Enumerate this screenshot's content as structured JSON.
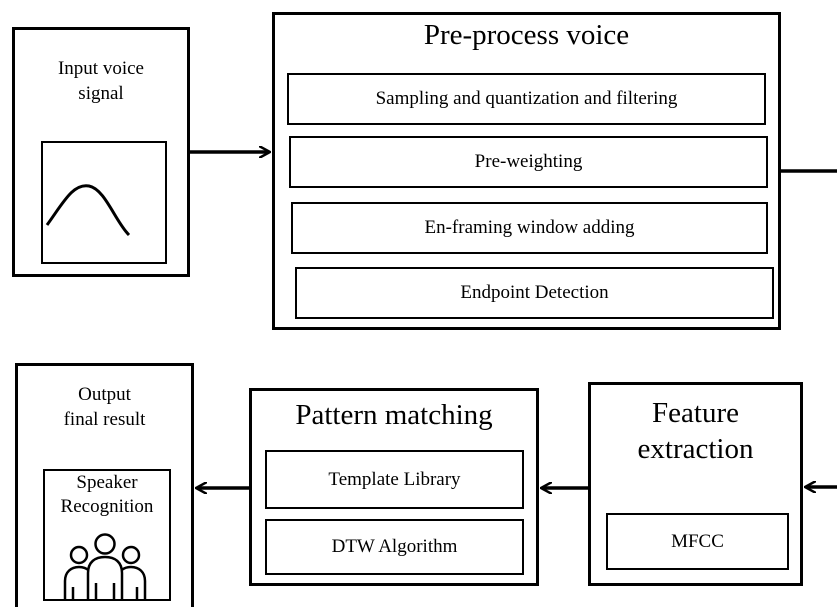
{
  "input_block": {
    "title_line1": "Input voice",
    "title_line2": "signal"
  },
  "preprocess_block": {
    "title": "Pre-process voice",
    "steps": [
      "Sampling and quantization and filtering",
      "Pre-weighting",
      "En-framing window adding",
      "Endpoint Detection"
    ]
  },
  "feature_block": {
    "title_line1": "Feature",
    "title_line2": "extraction",
    "method": "MFCC"
  },
  "pattern_block": {
    "title": "Pattern matching",
    "items": [
      "Template Library",
      "DTW Algorithm"
    ]
  },
  "output_block": {
    "title_line1": "Output",
    "title_line2": "final result",
    "result_line1": "Speaker",
    "result_line2": "Recognition"
  },
  "icons": {
    "waveform": "waveform-icon",
    "people": "people-group-icon"
  },
  "colors": {
    "stroke": "#000000",
    "background": "#ffffff"
  }
}
